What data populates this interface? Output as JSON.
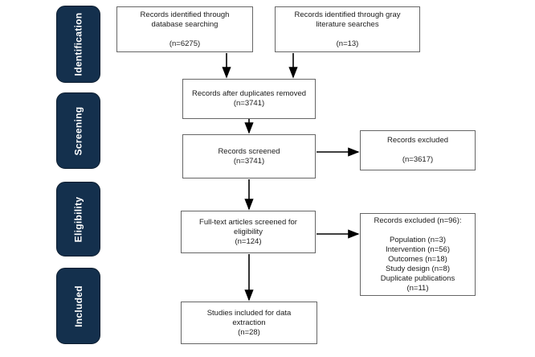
{
  "diagram": {
    "type": "prisma-flow",
    "stages": {
      "identification": "Identification",
      "screening": "Screening",
      "eligibility": "Eligibility",
      "included": "Included"
    },
    "boxes": {
      "database_search": "Records identified through\ndatabase searching\n\n(n=6275)",
      "gray_literature": "Records identified through gray\nliterature searches\n\n(n=13)",
      "duplicates_removed": "Records after duplicates removed\n(n=3741)",
      "records_screened": "Records screened\n(n=3741)",
      "records_excluded_screening": "Records excluded\n\n(n=3617)",
      "fulltext_screened": "Full-text articles screened for\neligibility\n(n=124)",
      "records_excluded_eligibility": "Records excluded (n=96):\n\nPopulation (n=3)\nIntervention (n=56)\nOutcomes (n=18)\nStudy design (n=8)\nDuplicate publications\n(n=11)",
      "studies_included": "Studies included for data\nextraction\n(n=28)"
    },
    "counts": {
      "identified_database": 6275,
      "identified_gray": 13,
      "after_duplicates": 3741,
      "screened": 3741,
      "excluded_screening": 3617,
      "fulltext_assessed": 124,
      "excluded_fulltext_total": 96,
      "excluded_population": 3,
      "excluded_intervention": 56,
      "excluded_outcomes": 18,
      "excluded_study_design": 8,
      "excluded_duplicate_publications": 11,
      "included_extraction": 28
    },
    "colors": {
      "stage_fill": "#14304d",
      "stage_text": "#ffffff",
      "box_border": "#666666",
      "arrow": "#000000",
      "background": "#ffffff"
    }
  }
}
